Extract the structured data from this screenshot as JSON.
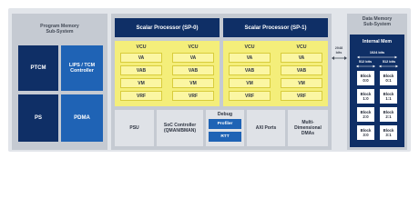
{
  "program_memory": {
    "title_line1": "Program Memory",
    "title_line2": "Sub-System",
    "ptcm": "PTCM",
    "lips_line1": "LIPS / TCM",
    "lips_line2": "Controller",
    "ps": "PS",
    "pdma": "PDMA"
  },
  "processors": [
    {
      "name": "Scalar Processor (SP-0)",
      "vcus": [
        {
          "label": "VCU",
          "units": [
            "VA",
            "VAB",
            "VM",
            "VRF"
          ]
        },
        {
          "label": "VCU",
          "units": [
            "VA",
            "VAB",
            "VM",
            "VRF"
          ]
        }
      ]
    },
    {
      "name": "Scalar Processor (SP-1)",
      "vcus": [
        {
          "label": "VCU",
          "units": [
            "VA",
            "VAB",
            "VM",
            "VRF"
          ]
        },
        {
          "label": "VCU",
          "units": [
            "VA",
            "VAB",
            "VM",
            "VRF"
          ]
        }
      ]
    }
  ],
  "bottom_row": {
    "psu": "PSU",
    "soc_line1": "SoC Controller",
    "soc_line2": "(QMAN/BMAN)",
    "debug": "Debug",
    "profiler": "Profiler",
    "rtt": "RTT",
    "axi": "AXI Ports",
    "dma_line1": "Multi-",
    "dma_line2": "Dimensional",
    "dma_line3": "DMAs"
  },
  "bus": {
    "width_line1": "2048",
    "width_line2": "bits"
  },
  "data_memory": {
    "title_line1": "Data Memory",
    "title_line2": "Sub-System",
    "internal_mem": "Internal Mem",
    "total_bits": "1024 bits",
    "col_bits_left": "512 bits",
    "col_bits_right": "512 bits",
    "blocks": [
      [
        "Block 0:0",
        "Block 0:1"
      ],
      [
        "Block 1:0",
        "Block 1:1"
      ],
      [
        "Block 2:0",
        "Block 2:1"
      ],
      [
        "Block 3:0",
        "Block 3:1"
      ]
    ]
  },
  "colors": {
    "dark_blue": "#0f2f66",
    "medium_blue": "#1f63b5",
    "yellow": "#f4ee7a",
    "gray_panel": "#c5cad2"
  }
}
